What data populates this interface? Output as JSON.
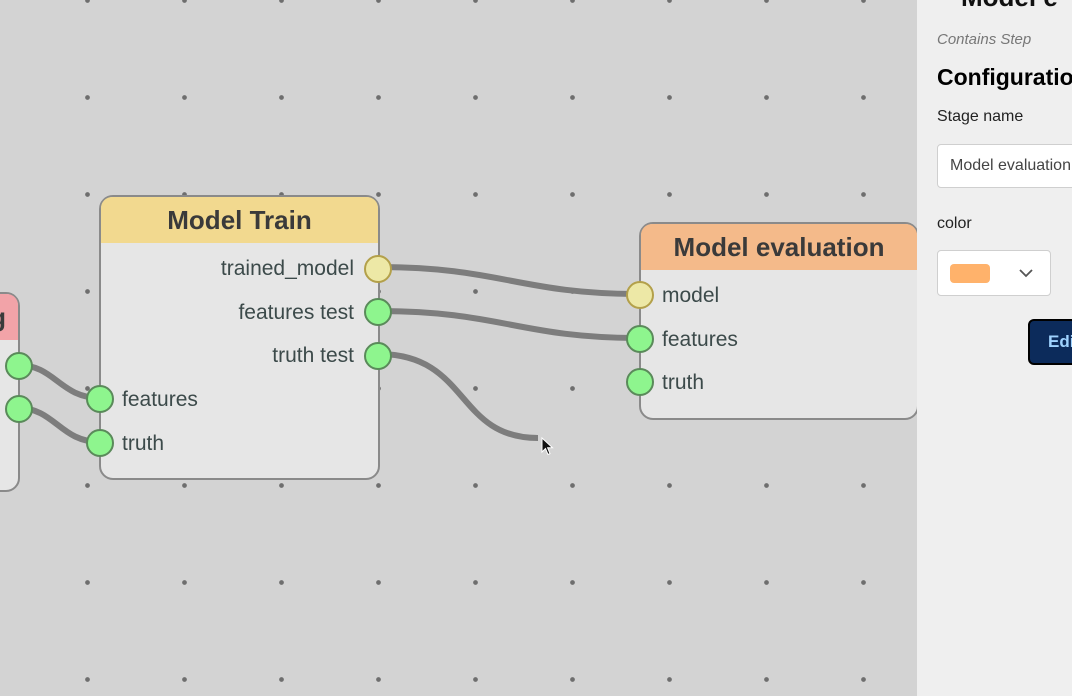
{
  "nodes": {
    "left_partial": {
      "title": "g"
    },
    "model_train": {
      "title": "Model Train",
      "outputs": [
        "trained_model",
        "features test",
        "truth test"
      ],
      "inputs": [
        "features",
        "truth"
      ]
    },
    "model_evaluation": {
      "title": "Model evaluation",
      "inputs": [
        "model",
        "features",
        "truth"
      ]
    }
  },
  "colors": {
    "train_header": "#f2d98f",
    "eval_header": "#f4ba8a",
    "left_header": "#f2a3a8",
    "port_green": "#8ef58e",
    "port_yellow": "#ede8a6",
    "accent_button": "#0c2b5b",
    "swatch": "#ffb26b"
  },
  "panel": {
    "top_title": "Model e",
    "subtitle": "Contains Step",
    "section_title": "Configuration",
    "stage_name_label": "Stage name",
    "stage_name_value": "Model evaluation",
    "color_label": "color",
    "button_label": "Edit"
  }
}
